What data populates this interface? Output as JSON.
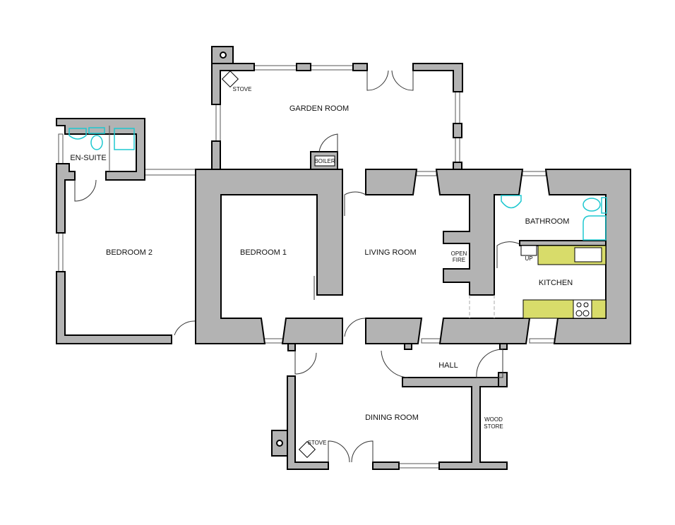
{
  "title": "Floor plan",
  "rooms": {
    "garden_room": "GARDEN ROOM",
    "stove_top": "STOVE",
    "boiler": "BOILER",
    "en_suite": "EN-SUITE",
    "bedroom_2": "BEDROOM 2",
    "bedroom_1": "BEDROOM 1",
    "living_room": "LIVING ROOM",
    "open_fire_1": "OPEN",
    "open_fire_2": "FIRE",
    "bathroom": "BATHROOM",
    "up": "UP",
    "kitchen": "KITCHEN",
    "hall": "HALL",
    "dining_room": "DINING ROOM",
    "stove_bottom": "STOVE",
    "wood_store_1": "WOOD",
    "wood_store_2": "STORE"
  },
  "colors": {
    "wall": "#b3b3b3",
    "worktop": "#d8dc6a",
    "fixture": "#1ec8d0"
  }
}
